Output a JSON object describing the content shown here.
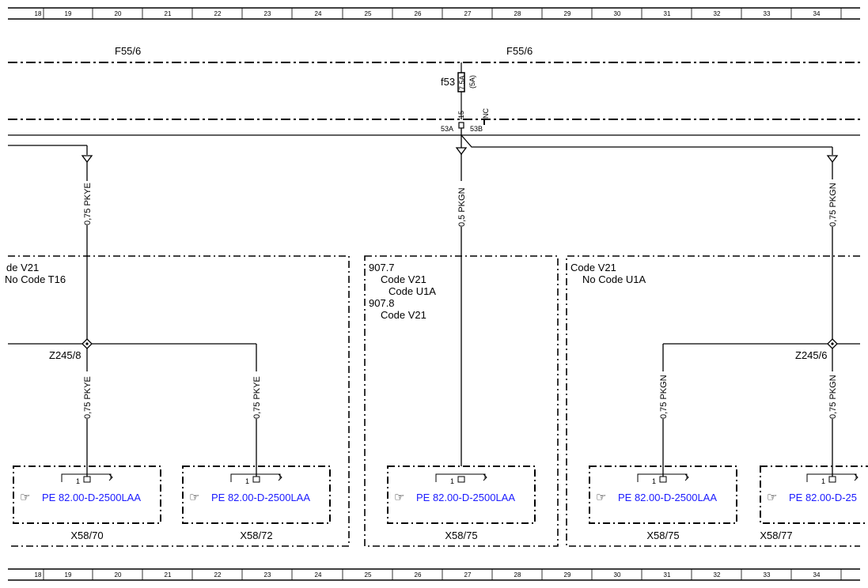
{
  "ruler": {
    "top": [
      "18",
      "19",
      "20",
      "21",
      "22",
      "23",
      "24",
      "25",
      "26",
      "27",
      "28",
      "29",
      "30",
      "31",
      "32",
      "33",
      "34"
    ],
    "bottom": [
      "18",
      "19",
      "20",
      "21",
      "22",
      "23",
      "24",
      "25",
      "26",
      "27",
      "28",
      "29",
      "30",
      "31",
      "32",
      "33",
      "34"
    ]
  },
  "rails": {
    "left": "F55/6",
    "right": "F55/6"
  },
  "fuse": {
    "name": "f53",
    "rating": "7.5A",
    "alt_rating": "(5A)",
    "pin_top": "15",
    "nc": "NC",
    "left_terminal": "53A",
    "right_terminal": "53B"
  },
  "wires": {
    "left_main": "0,75 PKYE",
    "center_main": "0,5 PKGN",
    "right_main": "0,75 PKGN",
    "left_branch_1": "0,75 PKYE",
    "left_branch_2": "0,75 PKYE",
    "right_branch_1": "0,75 PKGN",
    "right_branch_2": "0,75 PKGN"
  },
  "zones": {
    "left": {
      "line1": "de V21",
      "line2": "No Code T16"
    },
    "center": {
      "line1": "907.7",
      "line2": "Code V21",
      "line3": "Code U1A",
      "line4": "907.8",
      "line5": "Code V21"
    },
    "right": {
      "line1": "Code V21",
      "line2": "No Code U1A"
    }
  },
  "splices": {
    "left": "Z245/8",
    "right": "Z245/6"
  },
  "connectors": [
    {
      "id": "X58/70",
      "ref": "PE 82.00-D-2500LAA",
      "pin": "1"
    },
    {
      "id": "X58/72",
      "ref": "PE 82.00-D-2500LAA",
      "pin": "1"
    },
    {
      "id": "X58/75",
      "ref": "PE 82.00-D-2500LAA",
      "pin": "1"
    },
    {
      "id": "X58/75",
      "ref": "PE 82.00-D-2500LAA",
      "pin": "1"
    },
    {
      "id": "X58/77",
      "ref": "PE 82.00-D-25",
      "pin": "1"
    }
  ],
  "icons": {
    "reference": "pointing-hand-icon"
  }
}
